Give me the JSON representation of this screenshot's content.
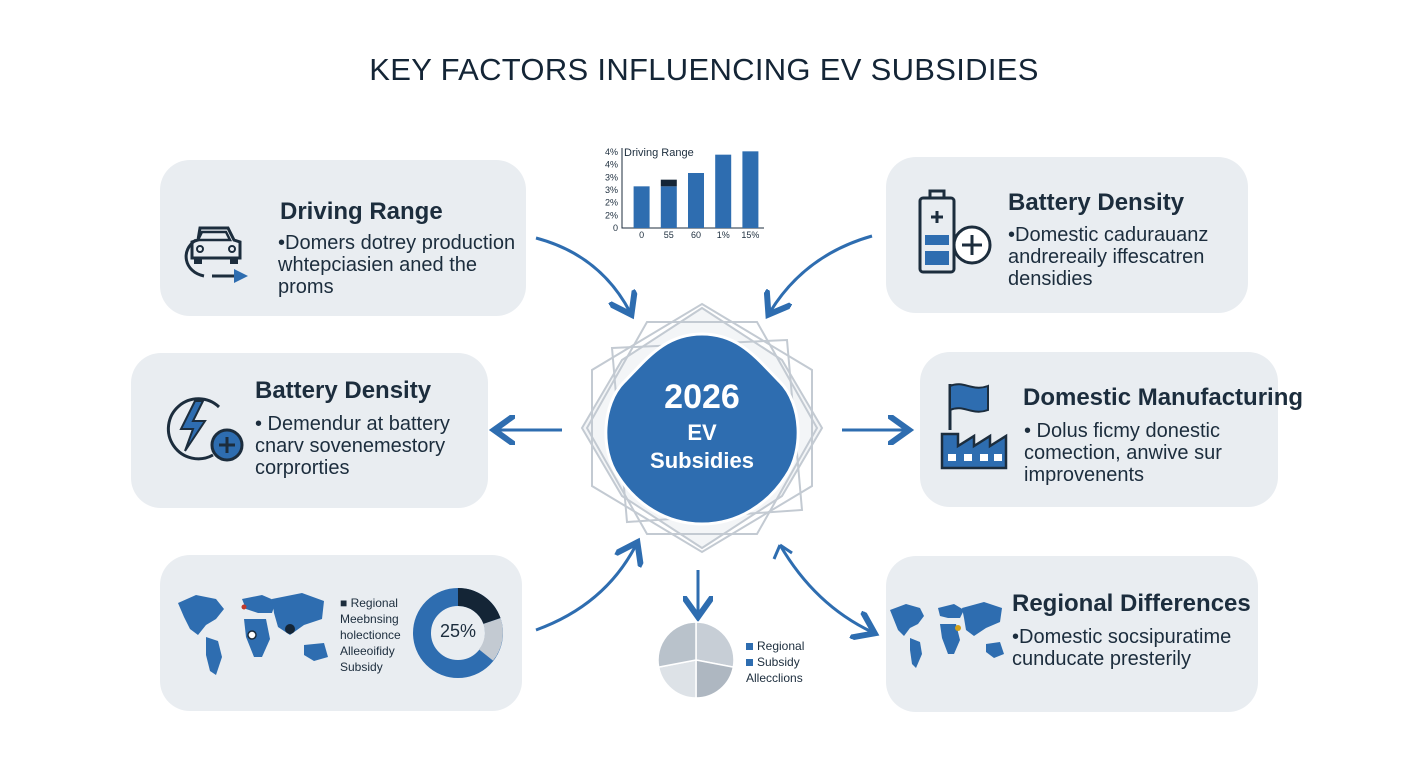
{
  "title": "KEY FACTORS INFLUENCING EV SUBSIDIES",
  "center": {
    "year": "2026",
    "line1": "EV",
    "line2": "Subsidies"
  },
  "cards": {
    "top_left": {
      "heading": "Driving Range",
      "body": "•Domers dotrey production\nwhtepciasien aned the\nproms"
    },
    "top_right": {
      "heading": "Battery Density",
      "body": "•Domestic cadurauanz\nandrereaily iffescatren\ndensidies"
    },
    "mid_left": {
      "heading": "Battery Density",
      "body": "• Demendur at battery\ncnarv sovenemestory\ncorprorties"
    },
    "mid_right": {
      "heading": "Domestic Manufacturing",
      "body": "• Dolus ficmy donestic\ncomection, anwive sur\nimprovenents"
    },
    "bottom_right": {
      "heading": "Regional Differences",
      "body": "•Domestic socsipuratime\ncunducate presterily"
    },
    "bottom_left": {
      "legend_line1": "■ Regional",
      "legend_line2": "Meebnsing",
      "legend_line3": "holectionce",
      "legend_line4": "Alleeoifidy",
      "legend_line5": "Subsidy",
      "donut_label": "25%"
    }
  },
  "chart_data": [
    {
      "type": "bar",
      "title": "Driving Range",
      "y_ticks": [
        "4%",
        "4%",
        "3%",
        "3%",
        "2%",
        "2%",
        "0"
      ],
      "categories": [
        "0",
        "55",
        "60",
        "1%",
        "15%"
      ],
      "series": [
        {
          "values": [
            2.5,
            2.5,
            3.3,
            4.4,
            4.6
          ]
        }
      ],
      "highlight_overlay_value": 2.9,
      "ylim": [
        0,
        4.8
      ],
      "colors": {
        "bar": "#2e6db0",
        "highlight": "#142536"
      }
    },
    {
      "type": "pie",
      "legend": [
        "Regional",
        "Subsidy",
        "Allecclions"
      ],
      "values": [
        28,
        22,
        22,
        28
      ],
      "colors": [
        "#c7ced6",
        "#aeb7c1",
        "#dde2e7",
        "#b9c2cb"
      ]
    }
  ],
  "colors": {
    "accent": "#2e6db0",
    "dark": "#1c2d3d",
    "card": "#e9edf1"
  },
  "icons": [
    "car-icon",
    "battery-plus-icon",
    "lightning-plus-icon",
    "factory-flag-icon",
    "world-map-icon",
    "donut-chart-icon"
  ]
}
